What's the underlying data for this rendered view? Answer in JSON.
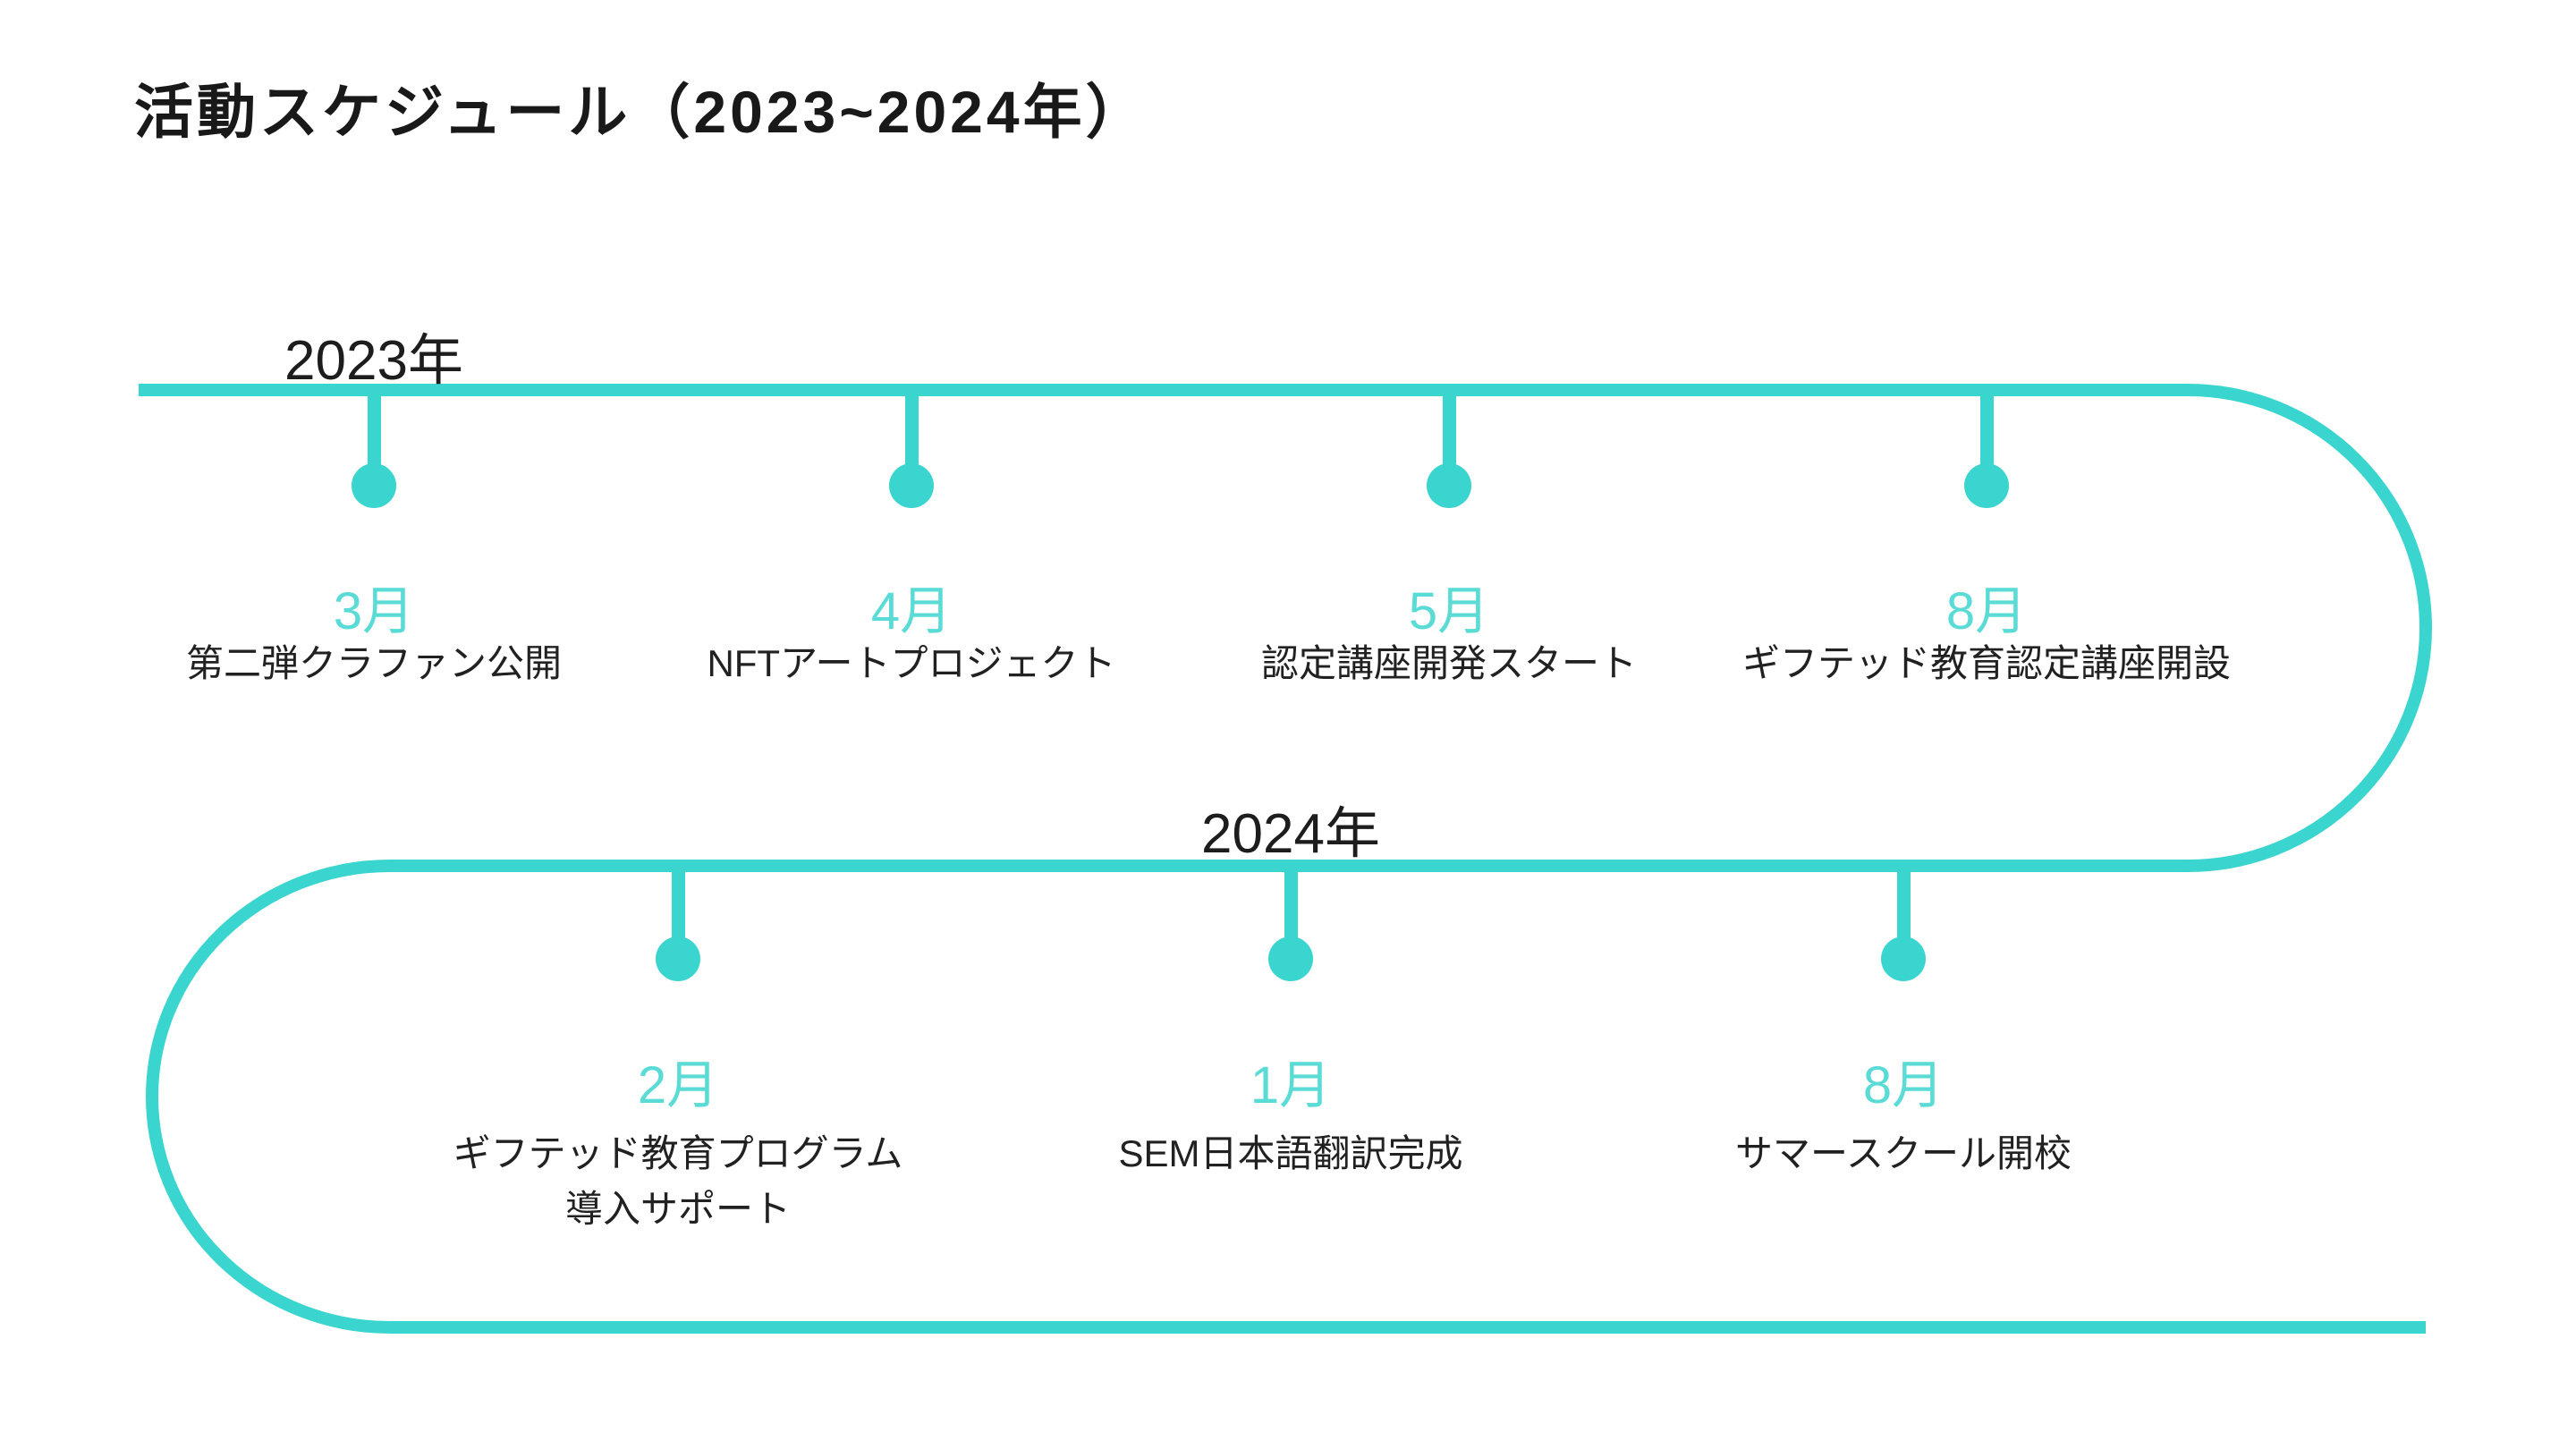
{
  "title": "活動スケジュール（2023~2024年）",
  "colors": {
    "timeline": "#3bd5cf",
    "month_label": "#5adbd5",
    "text": "#212121",
    "background": "#ffffff"
  },
  "timeline": {
    "rows": [
      {
        "year_label": "2023年",
        "events": [
          {
            "month": "3月",
            "lines": [
              "第二弾クラファン公開"
            ]
          },
          {
            "month": "4月",
            "lines": [
              "NFTアートプロジェクト"
            ]
          },
          {
            "month": "5月",
            "lines": [
              "認定講座開発スタート"
            ]
          },
          {
            "month": "8月",
            "lines": [
              "ギフテッド教育認定講座開設"
            ]
          }
        ]
      },
      {
        "year_label": "2024年",
        "events": [
          {
            "month": "2月",
            "lines": [
              "ギフテッド教育プログラム",
              "導入サポート"
            ]
          },
          {
            "month": "1月",
            "lines": [
              "SEM日本語翻訳完成"
            ]
          },
          {
            "month": "8月",
            "lines": [
              "サマースクール開校"
            ]
          }
        ]
      }
    ]
  }
}
